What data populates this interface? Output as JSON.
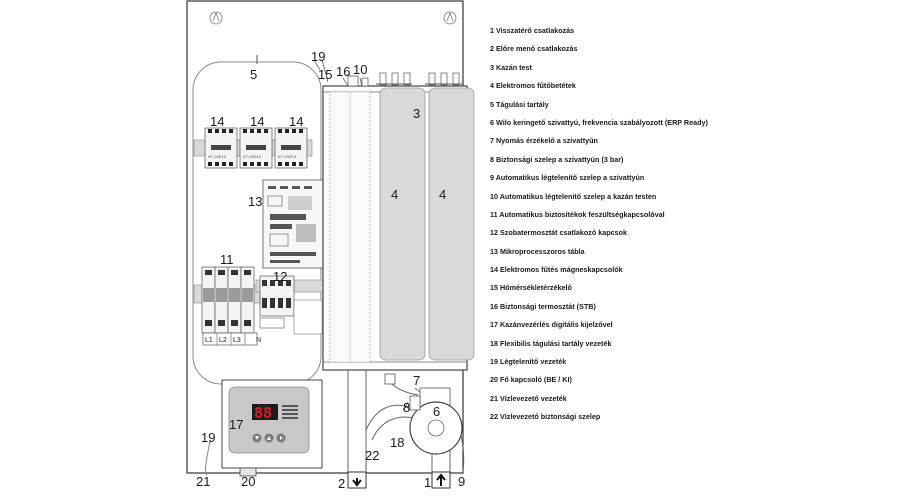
{
  "diagram": {
    "callouts": {
      "c1": "1",
      "c2": "2",
      "c3": "3",
      "c4a": "4",
      "c4b": "4",
      "c5": "5",
      "c6": "6",
      "c7": "7",
      "c8": "8",
      "c9": "9",
      "c10": "10",
      "c11": "11",
      "c12": "12",
      "c13": "13",
      "c14a": "14",
      "c14b": "14",
      "c14c": "14",
      "c15": "15",
      "c16": "16",
      "c17": "17",
      "c18": "18",
      "c19a": "19",
      "c19b": "19",
      "c20": "20",
      "c21": "21",
      "c22": "22"
    },
    "contactor_labels": [
      "KT-09D10",
      "KT-09D10",
      "KT-09D10"
    ],
    "terminal_labels": [
      "L1",
      "L2",
      "L3",
      "N"
    ],
    "display_value": "88"
  },
  "legend": [
    "1 Visszatérő csatlakozás",
    "2 Előre menő csatlakozás",
    "3 Kazán test",
    "4 Elektromos fűtőbetétek",
    "5 Tágulási tartály",
    "6 Wilo keringető szivattyú, frekvencia szabályozott (ERP Ready)",
    "7 Nyomás érzékelő a szivattyún",
    "8 Biztonsági szelep a szivattyún (3 bar)",
    "9 Automatikus légtelenítő szelep a szivattyún",
    "10  Automatikus légtelenítő szelep a kazán testen",
    "11 Automatikus biztosítékok feszültségkapcsolóval",
    "12 Szobatermosztát csatlakozó kapcsok",
    "13 Mikroprocesszoros tábla",
    "14 Elektromos fűtés mágneskapcsolók",
    "15 Hőmérsékletérzékelő",
    "16 Biztonsági termosztát (STB)",
    "17 Kazánvezérlés digitális kijelzővel",
    "18 Flexibilis tágulási tartály vezeték",
    "19 Légtelenítő vezeték",
    "20 Fő kapcsoló (BE / KI)",
    "21 Vízlevezető vezeték",
    "22 Vízlevezető biztonsági szelep"
  ]
}
